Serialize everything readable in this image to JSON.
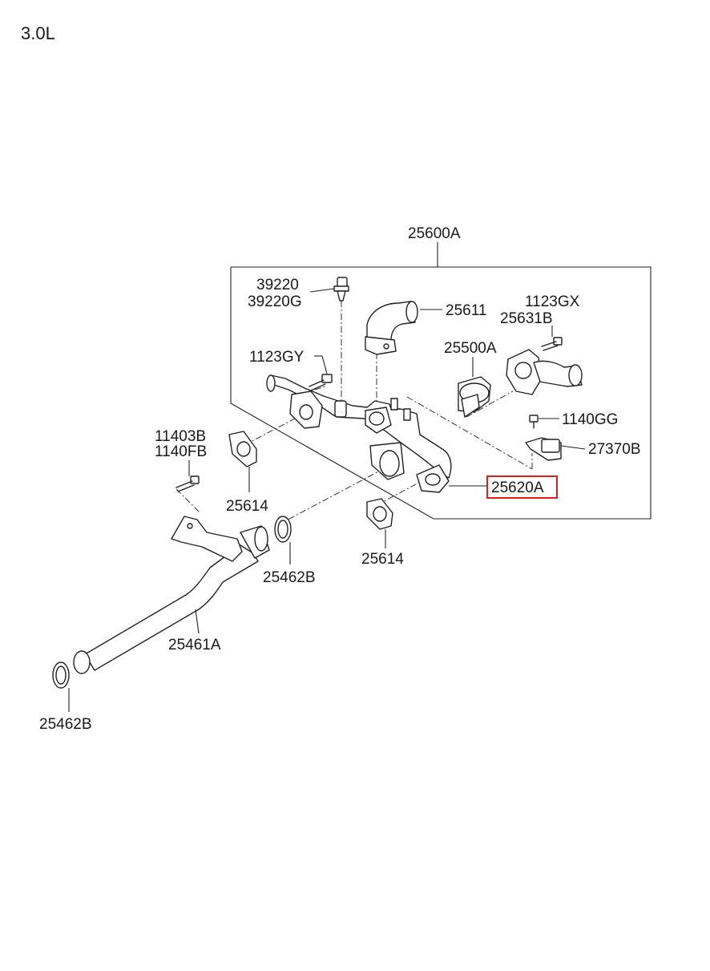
{
  "engine_label": "3.0L",
  "assembly": {
    "part_no": "25600A"
  },
  "parts": {
    "p39220": "39220",
    "p39220G": "39220G",
    "p25611": "25611",
    "p1123GX": "1123GX",
    "p25631B": "25631B",
    "p25500A": "25500A",
    "p1123GY": "1123GY",
    "p1140GG": "1140GG",
    "p27370B": "27370B",
    "p11403B": "11403B",
    "p1140FB": "1140FB",
    "p25614_left": "25614",
    "p25620A": "25620A",
    "p25614_bottom": "25614",
    "p25462B_mid": "25462B",
    "p25461A": "25461A",
    "p25462B_bottom": "25462B"
  },
  "highlight": {
    "part": "25620A",
    "color": "#e01b1b"
  }
}
